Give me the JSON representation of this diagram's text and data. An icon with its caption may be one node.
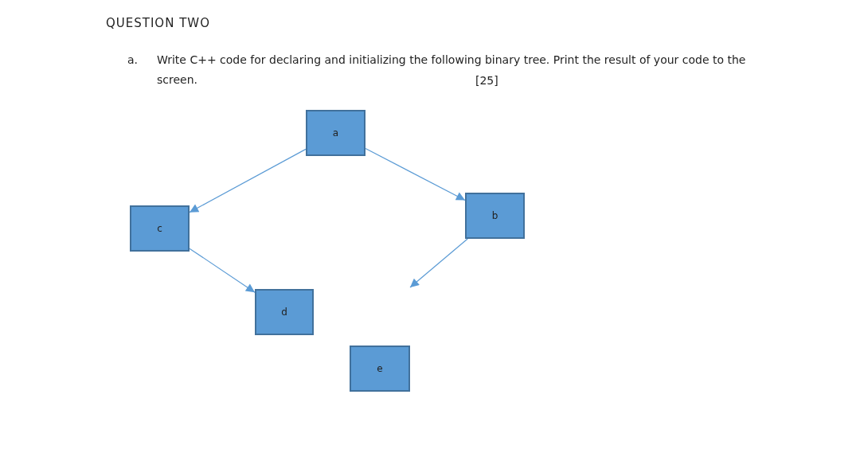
{
  "diagram": {
    "title": "QUESTION TWO",
    "nodes": [
      {
        "text": [
          "a"
        ]
      },
      {
        "text": [
          "c"
        ]
      },
      {
        "text": [
          "b"
        ]
      },
      {
        "text": [
          "d"
        ]
      },
      {
        "text": [
          "e"
        ]
      }
    ],
    "edges": [
      {
        "from": 0,
        "to": 1,
        "arrow": "to"
      },
      {
        "from": 0,
        "to": 2,
        "arrow": "to"
      },
      {
        "from": 1,
        "to": 3,
        "arrow": "to"
      },
      {
        "from": 2,
        "to": null,
        "arrow": "to"
      }
    ],
    "labels": [
      "a.",
      "Write C++ code for declaring and initializing the following binary tree. Print the result of your code to the screen.",
      "[25]"
    ]
  }
}
